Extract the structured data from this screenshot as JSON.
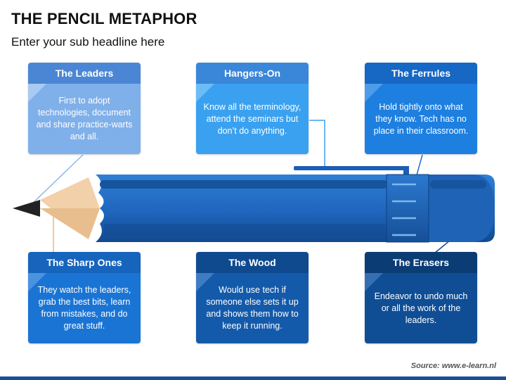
{
  "title": "THE PENCIL METAPHOR",
  "subtitle": "Enter your sub headline here",
  "cards": {
    "leaders": {
      "title": "The Leaders",
      "text": "First to adopt technologies, document and share practice-warts and all."
    },
    "hangers_on": {
      "title": "Hangers-On",
      "text": "Know all the terminology, attend the seminars but don’t do anything."
    },
    "ferrules": {
      "title": "The Ferrules",
      "text": "Hold tightly onto what they know. Tech has no place in their classroom."
    },
    "sharp_ones": {
      "title": "The Sharp Ones",
      "text": "They watch the leaders, grab the best bits, learn from mistakes, and do great stuff."
    },
    "wood": {
      "title": "The Wood",
      "text": "Would use tech if someone else sets it up and shows them how to keep it running."
    },
    "erasers": {
      "title": "The Erasers",
      "text": "Endeavor to undo much or all the work of the leaders."
    }
  },
  "colors": {
    "light_head": "#4a86d4",
    "light_body": "#7fb0ea",
    "mid_head": "#1d7fd6",
    "mid_body": "#3aa1f0",
    "blue_head": "#1767c4",
    "blue_body": "#1d7fe0",
    "dark_head": "#0b3c74",
    "dark_body": "#0f4e95"
  },
  "source": "Source: www.e-learn.nl"
}
